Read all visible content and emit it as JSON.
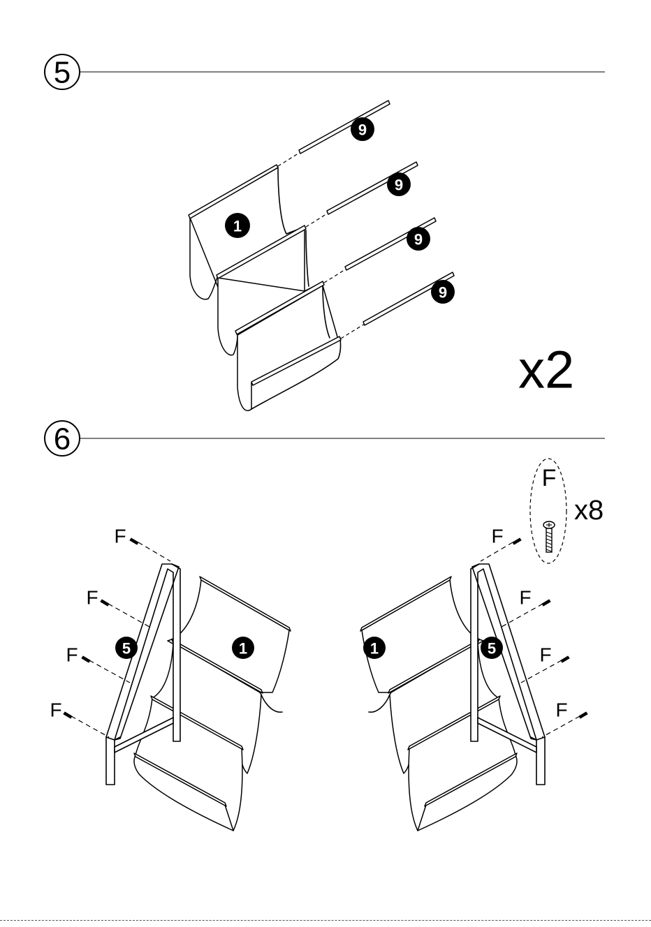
{
  "step5": {
    "number": "5",
    "part_main": "1",
    "part_rod": "9",
    "multiplier": "x2"
  },
  "step6": {
    "number": "6",
    "part_cloth": "1",
    "part_frame": "5",
    "screw_label": "F",
    "screw_qty": "x8"
  }
}
